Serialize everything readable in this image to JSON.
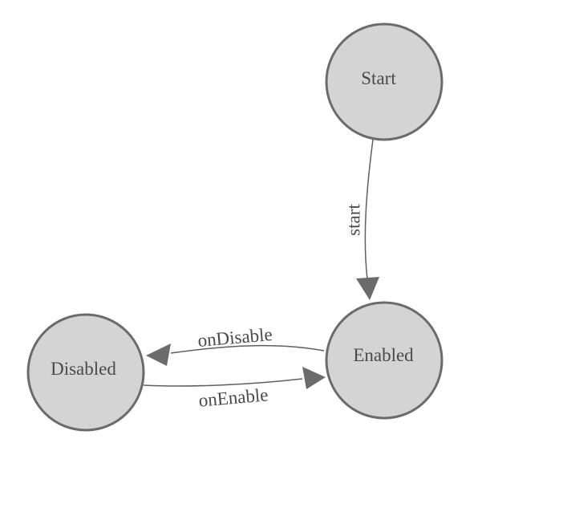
{
  "diagram": {
    "type": "state-machine",
    "colors": {
      "background": "#ffffff",
      "node_fill": "#d4d4d4",
      "node_stroke": "#6b6b6b",
      "edge_stroke": "#5f5f5f",
      "arrow_fill": "#6b6b6b",
      "label_color": "#4a4a4a"
    },
    "nodes": [
      {
        "id": "start",
        "label": "Start"
      },
      {
        "id": "enabled",
        "label": "Enabled"
      },
      {
        "id": "disabled",
        "label": "Disabled"
      }
    ],
    "edges": [
      {
        "id": "start-transition",
        "label": "start",
        "from": "Start",
        "to": "Enabled"
      },
      {
        "id": "ondisable-transition",
        "label": "onDisable",
        "from": "Enabled",
        "to": "Disabled"
      },
      {
        "id": "onenable-transition",
        "label": "onEnable",
        "from": "Disabled",
        "to": "Enabled"
      }
    ]
  }
}
